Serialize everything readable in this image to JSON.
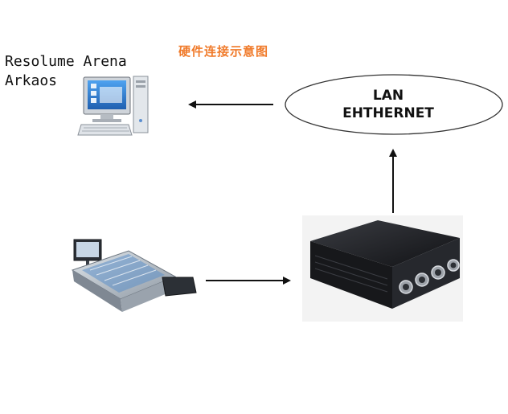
{
  "diagram": {
    "title": "硬件连接示意图",
    "software_lines": [
      "Resolume Arena",
      "Arkaos"
    ],
    "network_lines": [
      "LAN",
      "EHTHERNET"
    ]
  },
  "colors": {
    "title": "#f07a2a",
    "stroke": "#222222",
    "monitor_screen": "#2f7fd6",
    "monitor_body": "#d9dde2",
    "box_body": "#1c1d21",
    "console_body": "#b9c2cc"
  },
  "icons": [
    "computer-icon",
    "lighting-console-icon",
    "dmx-interface-box-icon"
  ]
}
